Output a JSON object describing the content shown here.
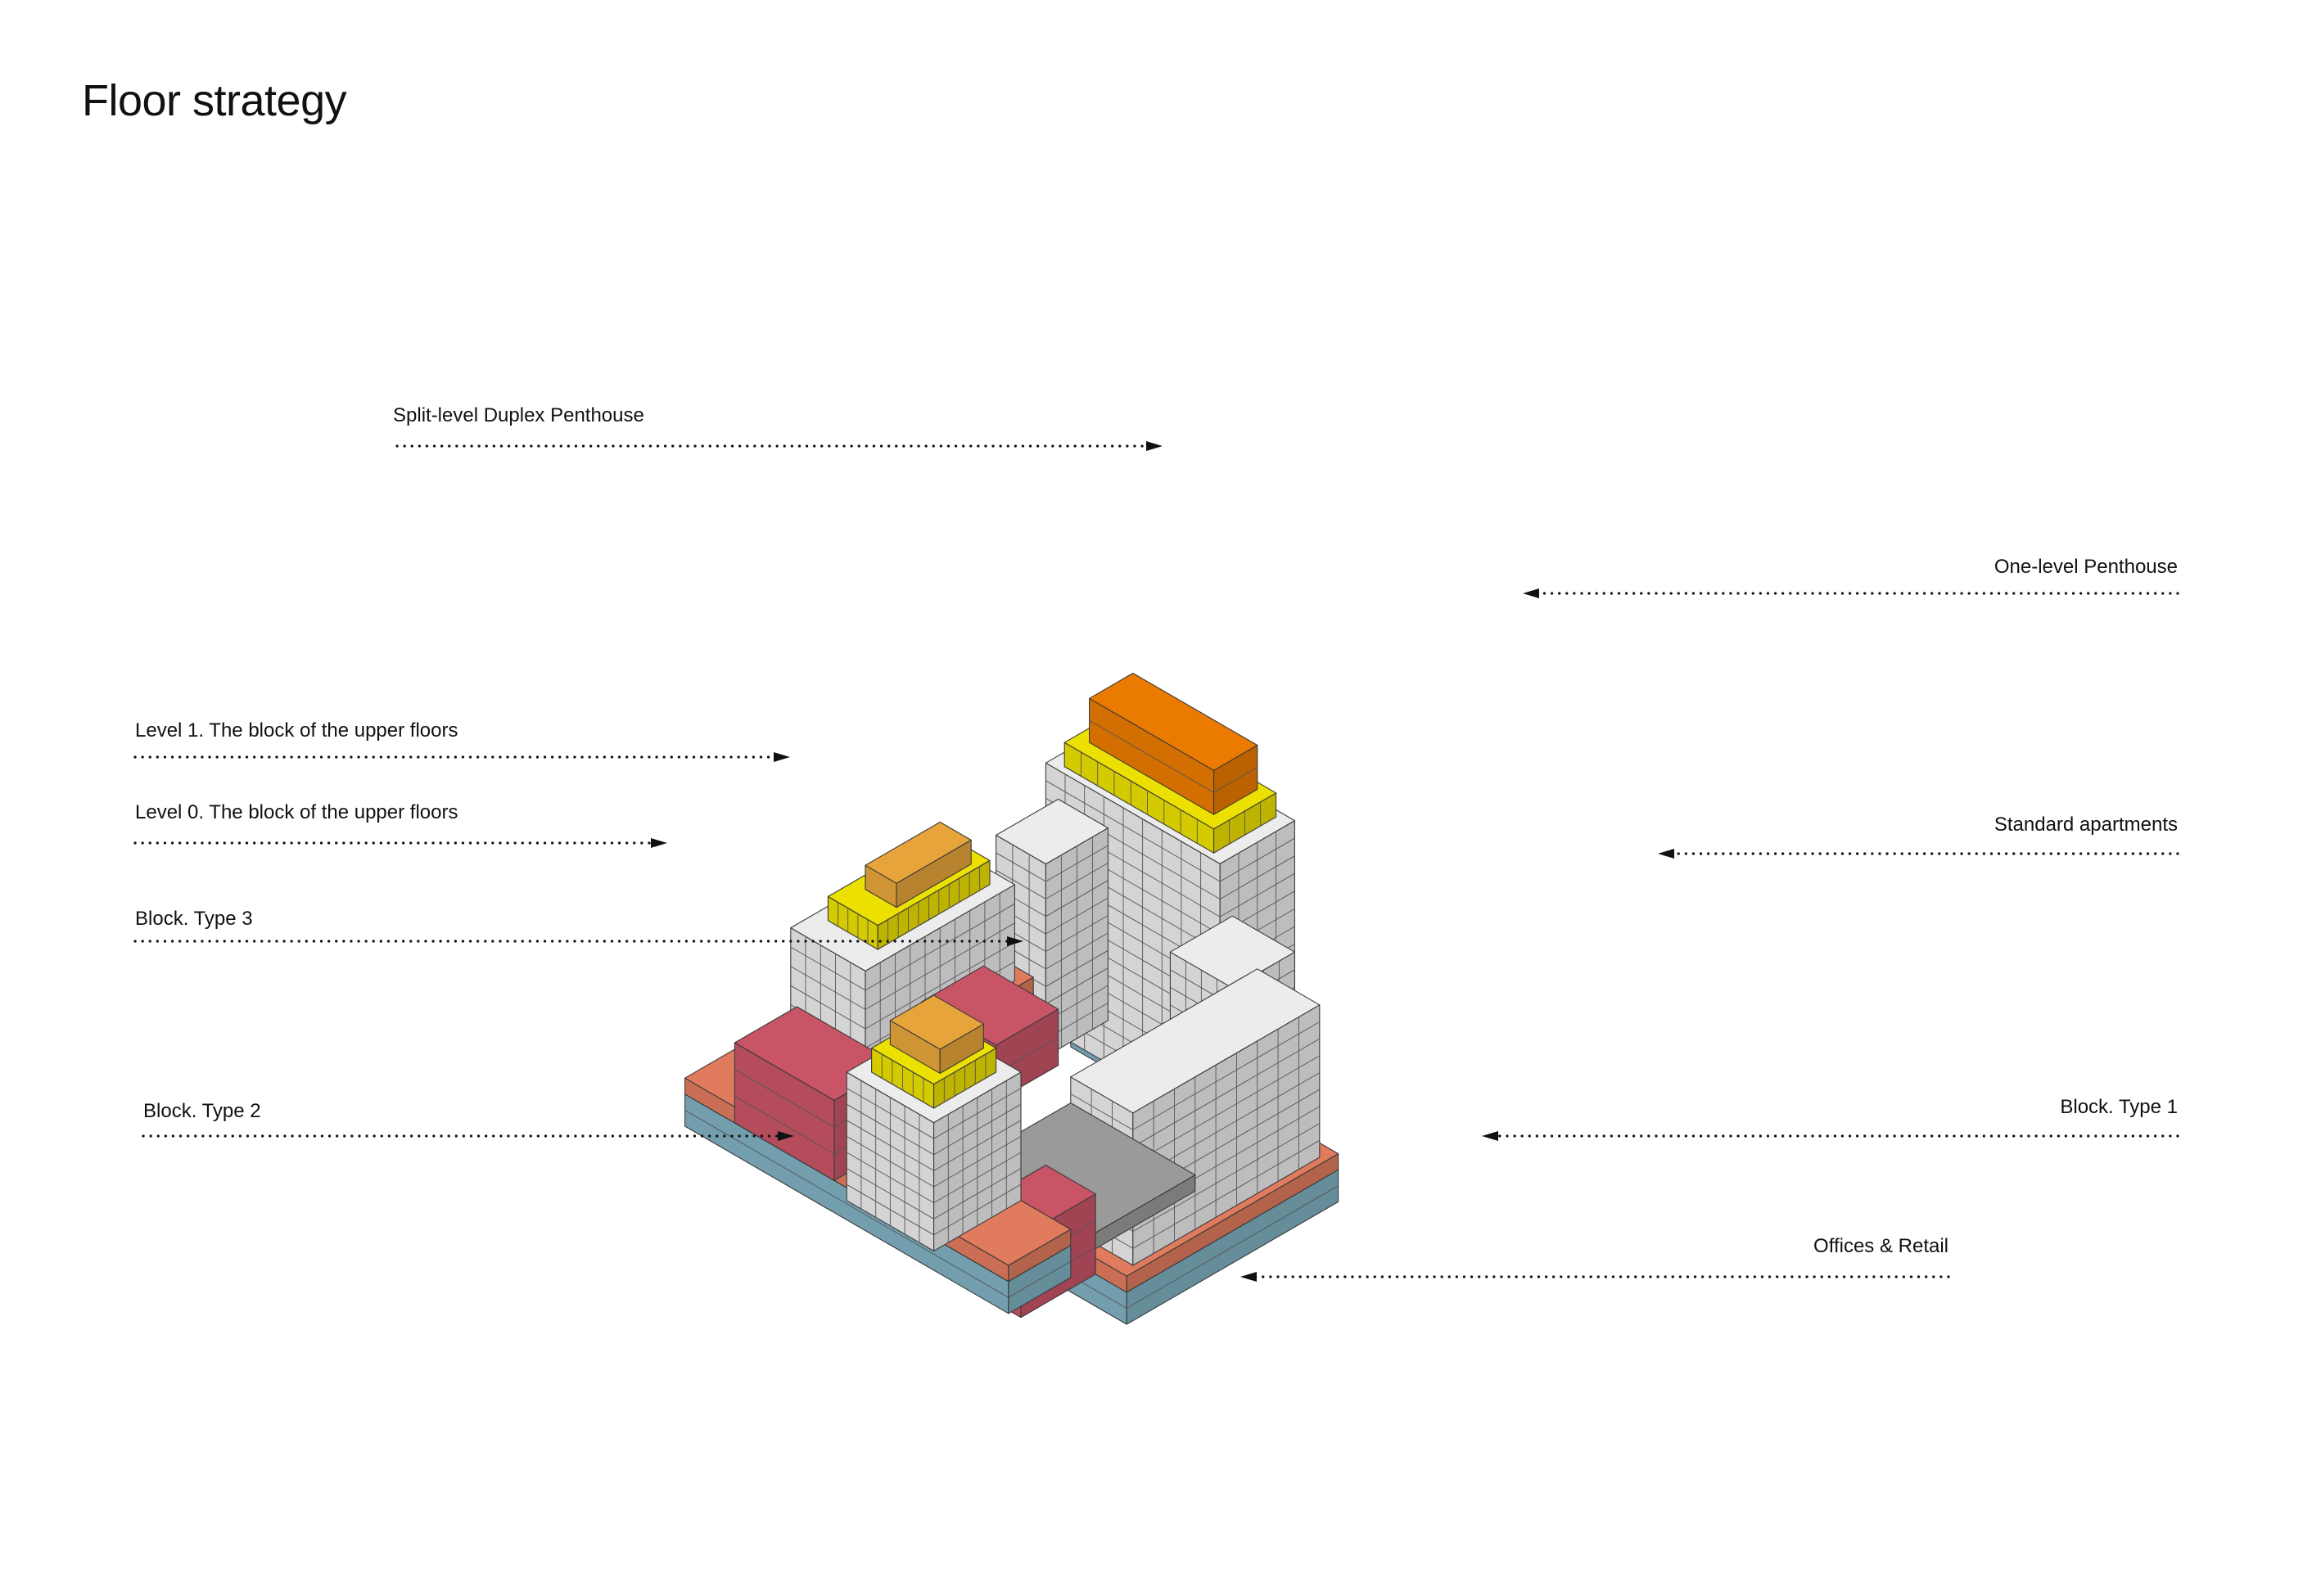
{
  "title": "Floor strategy",
  "colors": {
    "offices_retail": "#7fb0c1",
    "block_type_1": "#e07b5e",
    "block_type_2": "#c85466",
    "block_type_3": "#c85466",
    "standard_apartments": "#ececec",
    "level0_upper_floors": "#ece000",
    "level1_upper_floors": "#e6a43a",
    "one_level_penthouse": "#ece000",
    "duplex_penthouse": "#ea7a00",
    "courtyard_shadow": "#9a9a9a"
  },
  "callouts": [
    {
      "id": "split-level-duplex-penthouse",
      "text": "Split-level Duplex Penthouse",
      "side": "left"
    },
    {
      "id": "one-level-penthouse",
      "text": "One-level Penthouse",
      "side": "right"
    },
    {
      "id": "level-1-upper-floors",
      "text": "Level 1. The block of the upper floors",
      "side": "left"
    },
    {
      "id": "level-0-upper-floors",
      "text": "Level 0. The block of the upper floors",
      "side": "left"
    },
    {
      "id": "standard-apartments",
      "text": "Standard apartments",
      "side": "right"
    },
    {
      "id": "block-type-3",
      "text": "Block. Type 3",
      "side": "left"
    },
    {
      "id": "block-type-2",
      "text": "Block. Type 2",
      "side": "left"
    },
    {
      "id": "block-type-1",
      "text": "Block. Type 1",
      "side": "right"
    },
    {
      "id": "offices-retail",
      "text": "Offices & Retail",
      "side": "right"
    }
  ]
}
